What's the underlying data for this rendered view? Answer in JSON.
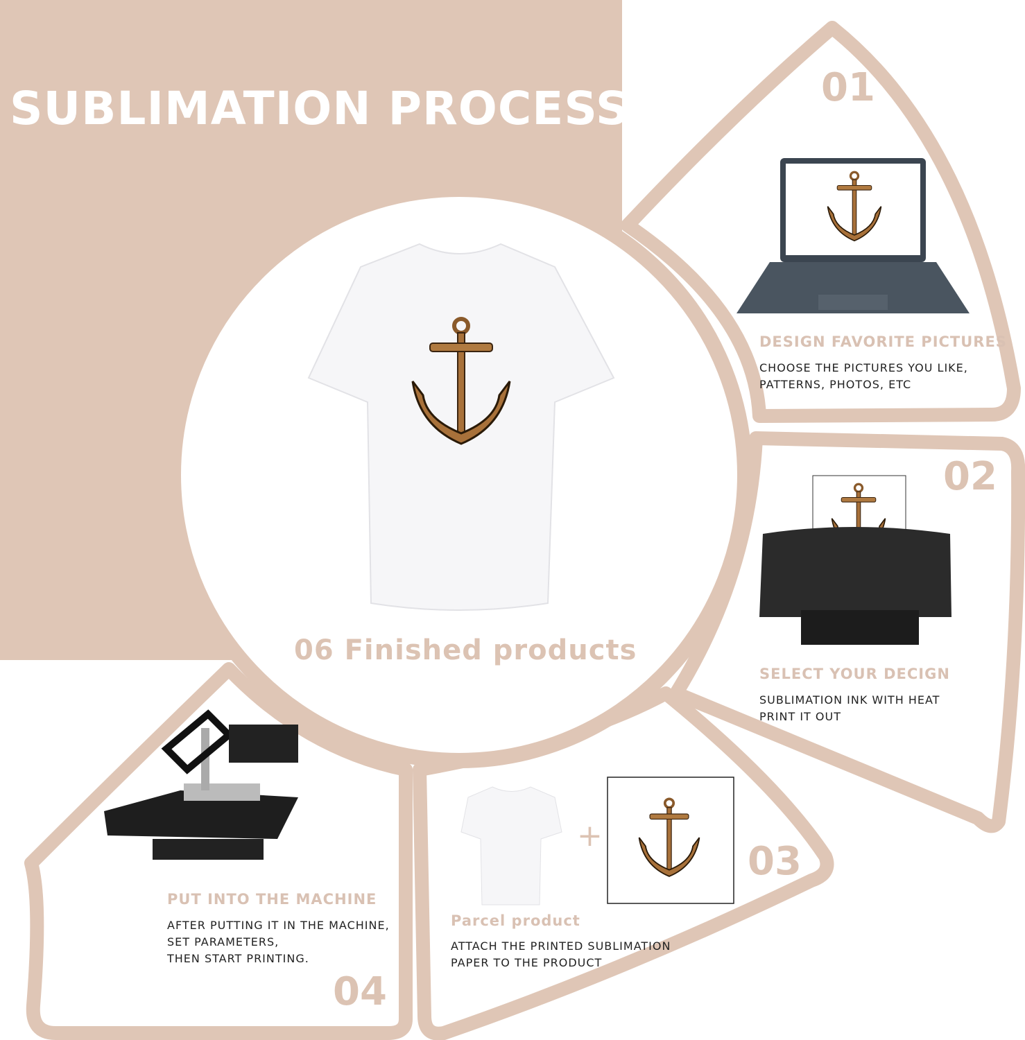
{
  "title": "SUBLIMATION PROCESS",
  "colors": {
    "accent": "#dfc6b6",
    "heading": "#d9c1b3",
    "text": "#222222"
  },
  "finished": "06 Finished products",
  "steps": [
    {
      "number": "01",
      "heading": "DESIGN FAVORITE PICTURES",
      "description": "CHOOSE THE PICTURES YOU LIKE,\nPATTERNS, PHOTOS, ETC",
      "image": "laptop-with-anchor"
    },
    {
      "number": "02",
      "heading": "SELECT YOUR DECIGN",
      "description": "SUBLIMATION INK WITH HEAT\nPRINT IT OUT",
      "image": "printer-with-anchor"
    },
    {
      "number": "03",
      "heading": "Parcel product",
      "description": "ATTACH THE PRINTED SUBLIMATION\nPAPER TO THE PRODUCT",
      "plus": "+",
      "image": "tshirt-plus-anchor-paper"
    },
    {
      "number": "04",
      "heading": "PUT INTO THE MACHINE",
      "description": "AFTER PUTTING IT IN THE MACHINE,\nSET PARAMETERS,\nTHEN START PRINTING.",
      "image": "heat-press"
    }
  ]
}
